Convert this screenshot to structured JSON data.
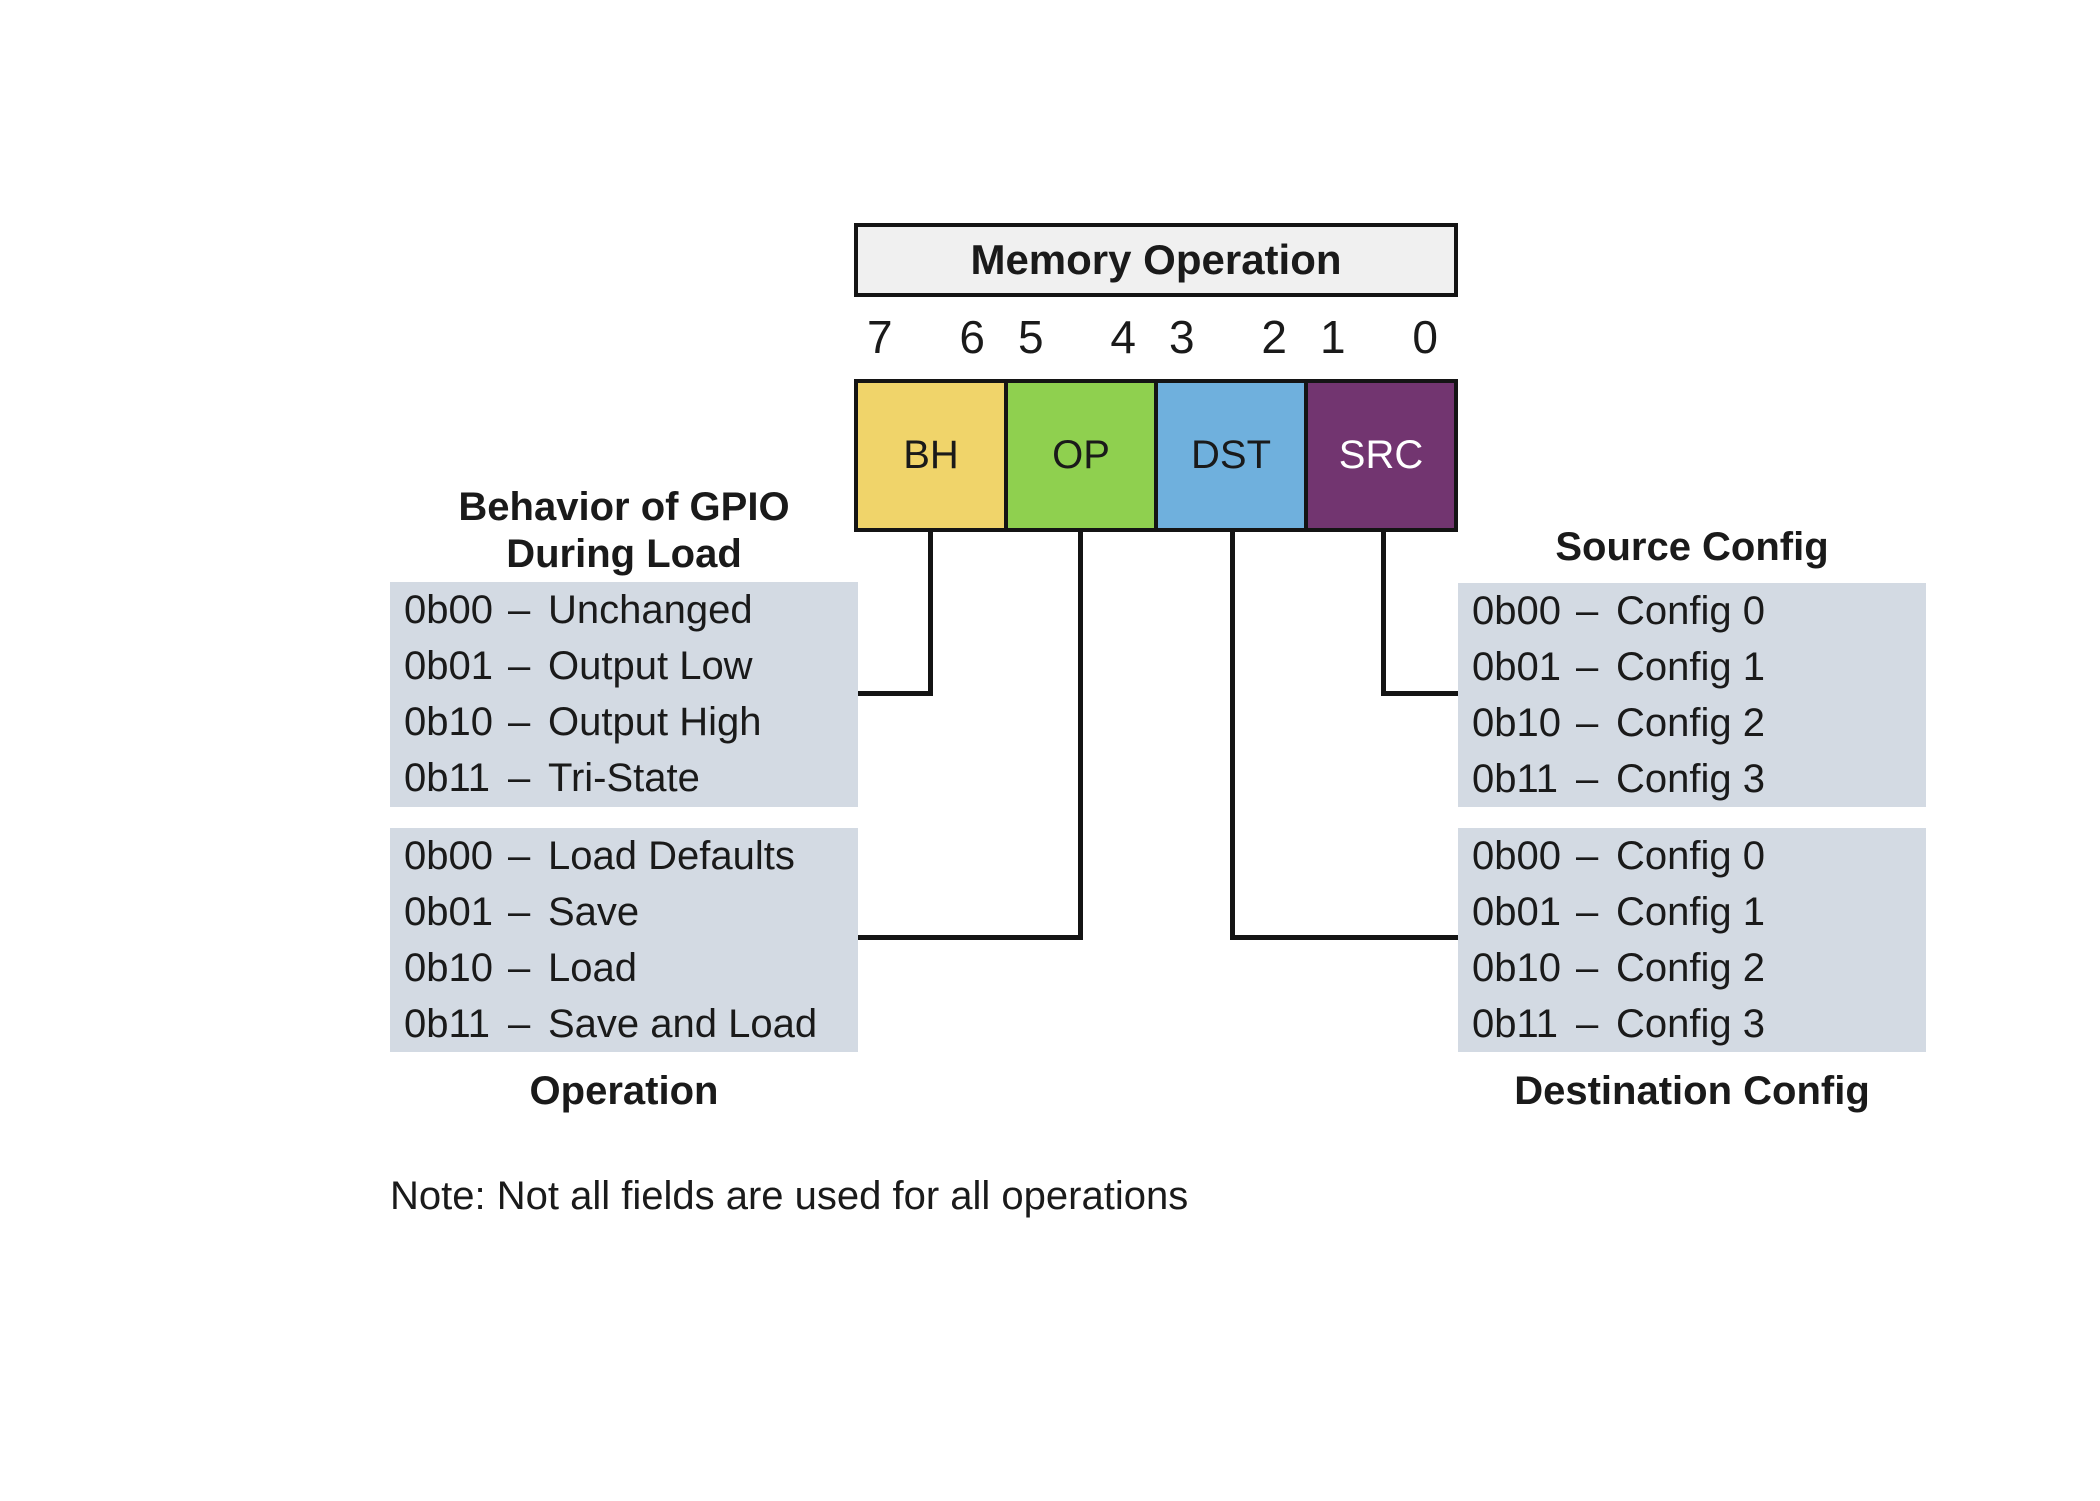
{
  "diagram": {
    "title": "Memory Operation",
    "note": "Note: Not all fields are used for all operations",
    "dash": "–"
  },
  "fields": [
    {
      "label": "BH",
      "bits": [
        "7",
        "6"
      ],
      "color": "#f0d46a",
      "text_color": "#1a1a1a"
    },
    {
      "label": "OP",
      "bits": [
        "5",
        "4"
      ],
      "color": "#8fd04f",
      "text_color": "#1a1a1a"
    },
    {
      "label": "DST",
      "bits": [
        "3",
        "2"
      ],
      "color": "#6fb0dd",
      "text_color": "#1a1a1a"
    },
    {
      "label": "SRC",
      "bits": [
        "1",
        "0"
      ],
      "color": "#723570",
      "text_color": "#ffffff"
    }
  ],
  "legends": {
    "bh": {
      "title_line1": "Behavior of GPIO",
      "title_line2": "During Load",
      "rows": [
        {
          "code": "0b00",
          "label": "Unchanged"
        },
        {
          "code": "0b01",
          "label": "Output Low"
        },
        {
          "code": "0b10",
          "label": "Output High"
        },
        {
          "code": "0b11",
          "label": "Tri-State"
        }
      ]
    },
    "op": {
      "title": "Operation",
      "rows": [
        {
          "code": "0b00",
          "label": "Load Defaults"
        },
        {
          "code": "0b01",
          "label": "Save"
        },
        {
          "code": "0b10",
          "label": "Load"
        },
        {
          "code": "0b11",
          "label": "Save and Load"
        }
      ]
    },
    "src": {
      "title": "Source Config",
      "rows": [
        {
          "code": "0b00",
          "label": "Config 0"
        },
        {
          "code": "0b01",
          "label": "Config 1"
        },
        {
          "code": "0b10",
          "label": "Config 2"
        },
        {
          "code": "0b11",
          "label": "Config 3"
        }
      ]
    },
    "dst": {
      "title": "Destination Config",
      "rows": [
        {
          "code": "0b00",
          "label": "Config 0"
        },
        {
          "code": "0b01",
          "label": "Config 1"
        },
        {
          "code": "0b10",
          "label": "Config 2"
        },
        {
          "code": "0b11",
          "label": "Config 3"
        }
      ]
    }
  },
  "colors": {
    "background": "#ffffff",
    "header_bg": "#f0f0f0",
    "legend_bg": "#d3dae3",
    "line": "#141414",
    "text": "#1a1a1a"
  }
}
